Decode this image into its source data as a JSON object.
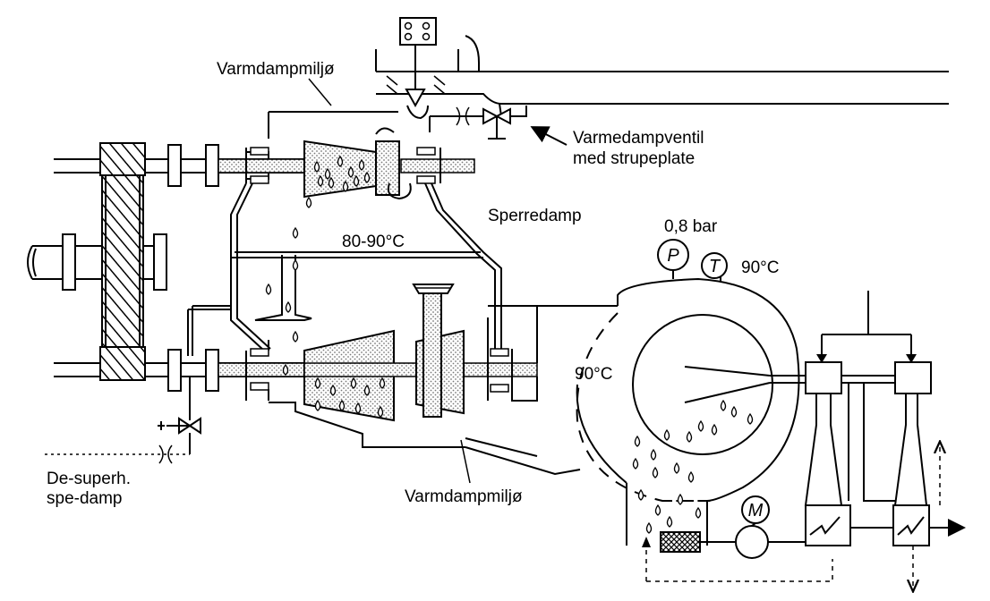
{
  "labels": {
    "heating_steam_top": "Varmdampmiljø",
    "heating_steam_bottom": "Varmdampmiljø",
    "valve_line1": "Varmedampventil",
    "valve_line2": "med strupeplate",
    "sealing_steam": "Sperredamp",
    "temp_range": "80-90°C",
    "pressure_value": "0,8 bar",
    "temp_gauge_value": "90°C",
    "temp_inside": "90°C",
    "desuperheated_line1": "De-superh.",
    "desuperheated_line2": "spe-damp"
  },
  "symbols": {
    "pressure": "P",
    "temperature": "T",
    "motor": "M"
  },
  "colors": {
    "ink": "#000000",
    "paper": "#ffffff",
    "stipple": "#9a9a9a"
  },
  "icons": [
    "pressure-gauge-icon",
    "thermometer-icon",
    "motor-icon",
    "valve-icon"
  ]
}
